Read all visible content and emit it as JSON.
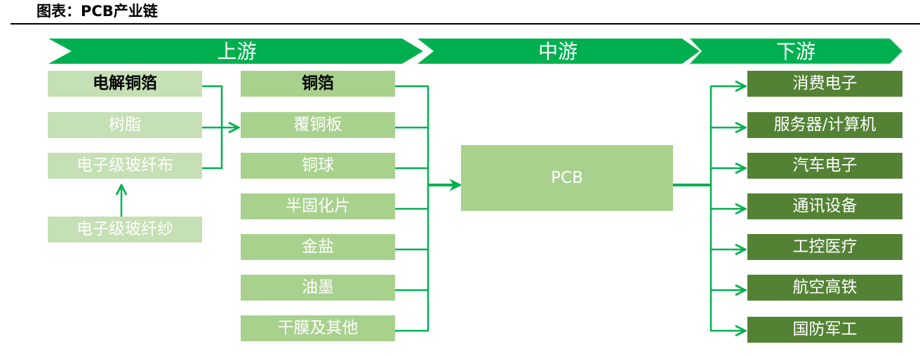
{
  "title": "图表：PCB产业链",
  "colors": {
    "banner": "#00B050",
    "connector": "#00B050",
    "upstream_raw_box": "#C5E0B4",
    "upstream_material_box": "#A9D18E",
    "midstream_box": "#A9D18E",
    "downstream_box": "#548235"
  },
  "stages": [
    {
      "label": "上游"
    },
    {
      "label": "中游"
    },
    {
      "label": "下游"
    }
  ],
  "upstream_raw": [
    {
      "label": "电解铜箔",
      "bold": true
    },
    {
      "label": "树脂",
      "bold": false
    },
    {
      "label": "电子级玻纤布",
      "bold": false
    },
    {
      "label": "电子级玻纤纱",
      "bold": false
    }
  ],
  "upstream_materials": [
    {
      "label": "铜箔",
      "bold": true
    },
    {
      "label": "覆铜板",
      "bold": false
    },
    {
      "label": "铜球",
      "bold": false
    },
    {
      "label": "半固化片",
      "bold": false
    },
    {
      "label": "金盐",
      "bold": false
    },
    {
      "label": "油墨",
      "bold": false
    },
    {
      "label": "干膜及其他",
      "bold": false
    }
  ],
  "midstream": {
    "label": "PCB"
  },
  "downstream": [
    {
      "label": "消费电子"
    },
    {
      "label": "服务器/计算机"
    },
    {
      "label": "汽车电子"
    },
    {
      "label": "通讯设备"
    },
    {
      "label": "工控医疗"
    },
    {
      "label": "航空高铁"
    },
    {
      "label": "国防军工"
    }
  ],
  "relations": [
    {
      "from": "电解铜箔",
      "to": "覆铜板"
    },
    {
      "from": "树脂",
      "to": "覆铜板"
    },
    {
      "from": "电子级玻纤布",
      "to": "覆铜板"
    },
    {
      "from": "电子级玻纤纱",
      "to": "电子级玻纤布"
    },
    {
      "from": "upstream_materials",
      "to": "PCB"
    },
    {
      "from": "PCB",
      "to": "downstream"
    }
  ]
}
